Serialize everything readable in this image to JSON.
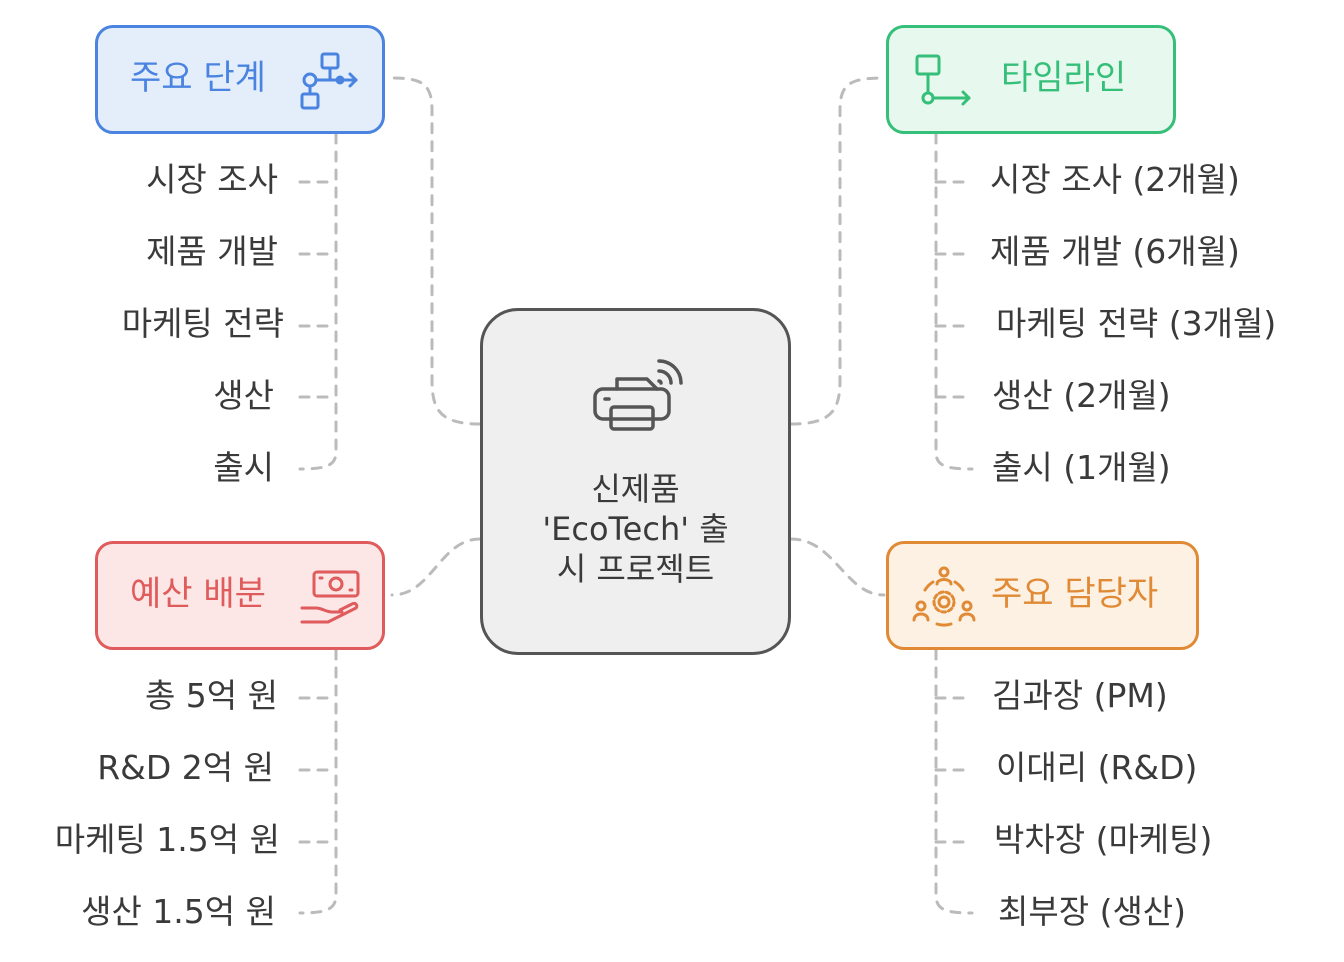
{
  "center": {
    "title_lines": [
      "신제품",
      "'EcoTech' 출",
      "시 프로젝트"
    ],
    "icon": "printer-wifi-icon"
  },
  "branches": {
    "stages": {
      "title": "주요 단계",
      "icon": "workflow-icon",
      "color": "#4a84e0",
      "fill": "#e4eefb",
      "items": [
        "시장 조사",
        "제품 개발",
        "마케팅 전략",
        "생산",
        "출시"
      ]
    },
    "timeline": {
      "title": "타임라인",
      "icon": "timeline-arrow-icon",
      "color": "#35bf78",
      "fill": "#e7f8ef",
      "items": [
        "시장 조사 (2개월)",
        "제품 개발 (6개월)",
        "마케팅 전략 (3개월)",
        "생산 (2개월)",
        "출시 (1개월)"
      ]
    },
    "budget": {
      "title": "예산 배분",
      "icon": "money-hand-icon",
      "color": "#e05b5b",
      "fill": "#fce6e6",
      "items": [
        "총 5억 원",
        "R&D 2억 원",
        "마케팅 1.5억 원",
        "생산 1.5억 원"
      ]
    },
    "people": {
      "title": "주요 담당자",
      "icon": "team-gear-icon",
      "color": "#e08a35",
      "fill": "#fdf1e3",
      "items": [
        "김과장 (PM)",
        "이대리 (R&D)",
        "박차장 (마케팅)",
        "최부장 (생산)"
      ]
    }
  },
  "connector_color": "#bbbbbb"
}
